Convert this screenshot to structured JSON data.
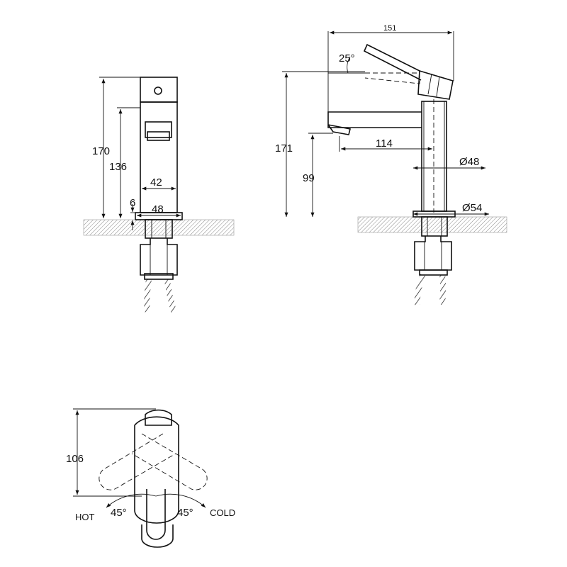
{
  "front_view": {
    "dimensions": {
      "total_height": "170",
      "spout_height": "136",
      "body_width": "42",
      "base_width": "48",
      "base_height": "6"
    }
  },
  "side_view": {
    "dimensions": {
      "overall_length": "151",
      "handle_angle": "25°",
      "total_height": "171",
      "spout_reach": "114",
      "outlet_height": "99",
      "body_diameter": "Ø48",
      "base_diameter": "Ø54"
    }
  },
  "top_view": {
    "depth": "106",
    "hot_label": "HOT",
    "cold_label": "COLD",
    "hot_angle": "45°",
    "cold_angle": "45°"
  }
}
